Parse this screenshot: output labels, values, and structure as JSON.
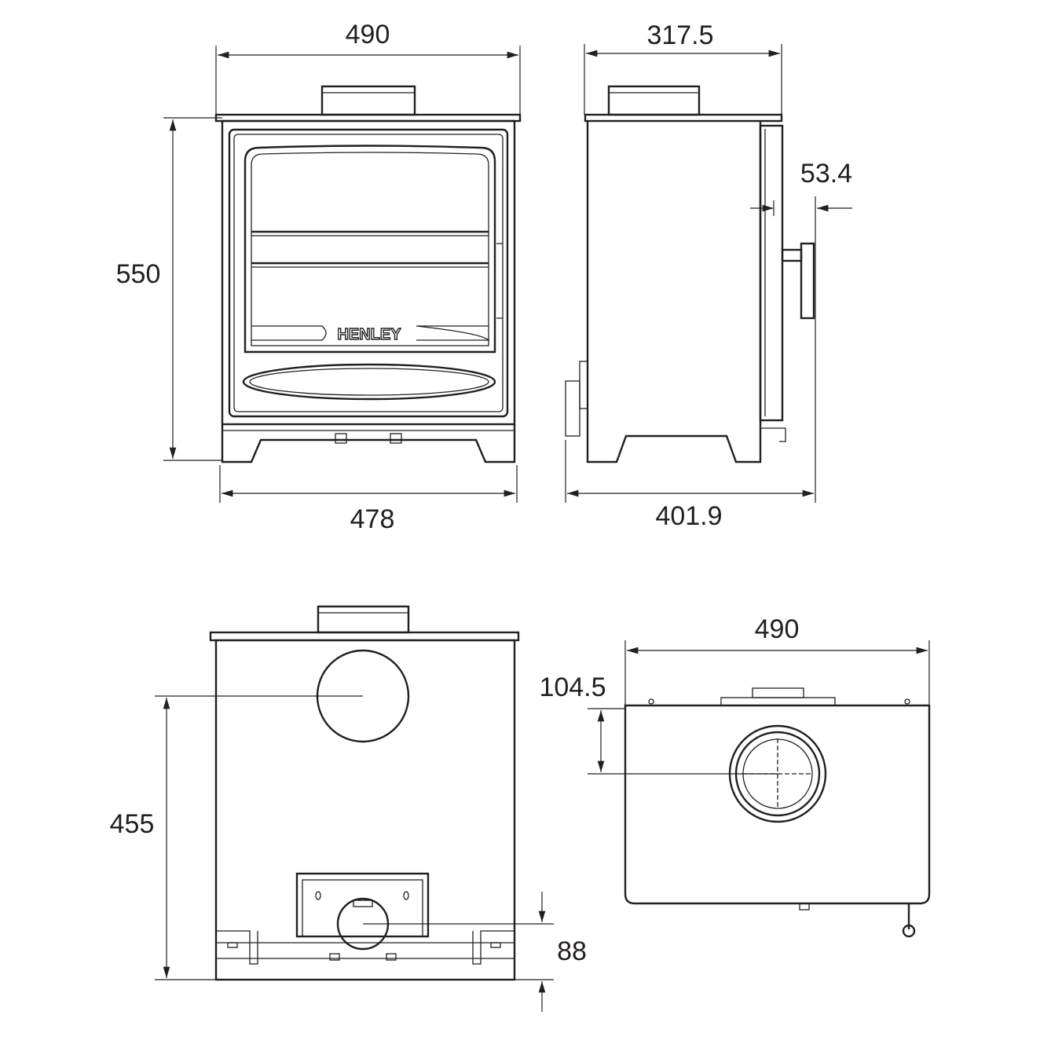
{
  "brand_logo": "HENLEY",
  "front_view": {
    "width_top": "490",
    "width_base": "478",
    "height": "550"
  },
  "side_view": {
    "depth_top": "317.5",
    "depth_overall": "401.9",
    "handle_projection": "53.4"
  },
  "rear_view": {
    "rear_flue_height": "455",
    "air_inlet_height": "88"
  },
  "top_view": {
    "width": "490",
    "flue_offset": "104.5"
  }
}
